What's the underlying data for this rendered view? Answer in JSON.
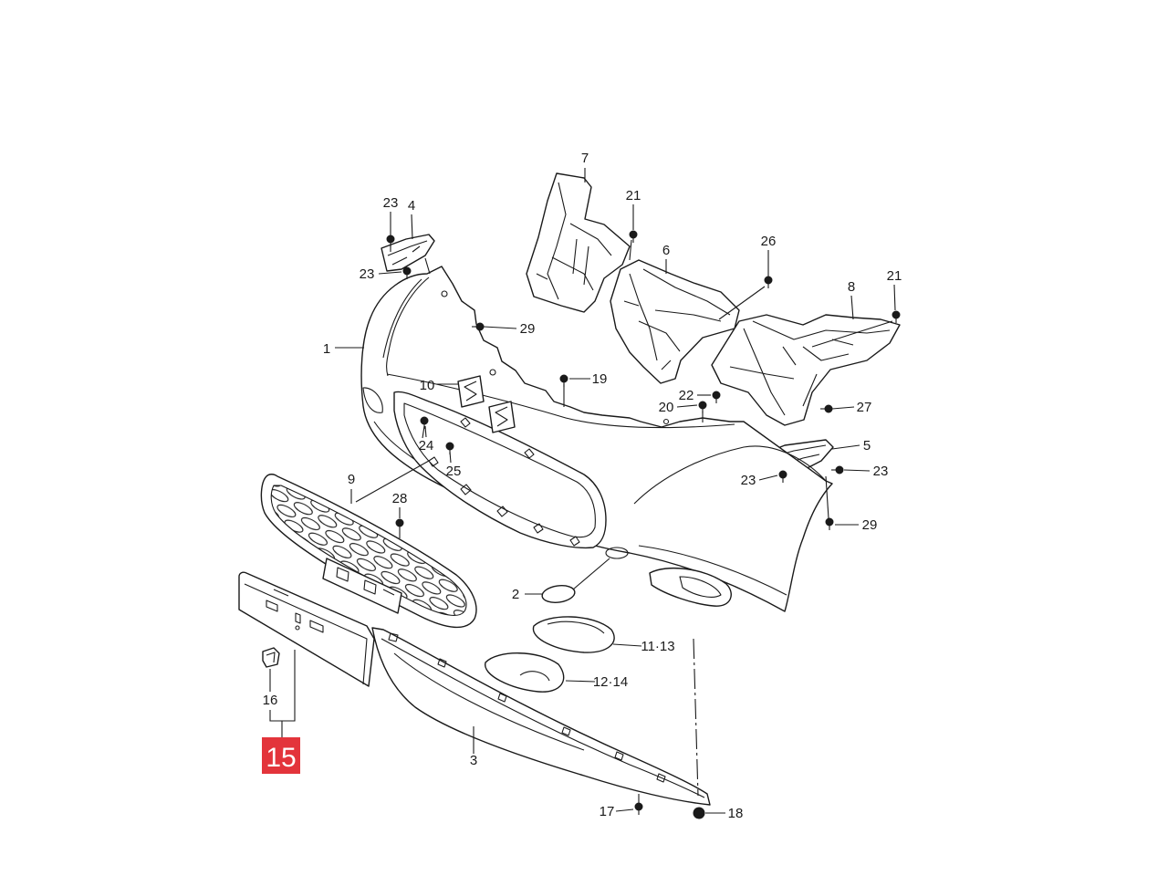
{
  "diagram": {
    "callouts": {
      "c1": "1",
      "c2": "2",
      "c3": "3",
      "c4": "4",
      "c5": "5",
      "c6": "6",
      "c7": "7",
      "c8": "8",
      "c9": "9",
      "c10": "10",
      "c11_13": "11·13",
      "c12_14": "12·14",
      "c16": "16",
      "c17": "17",
      "c18": "18",
      "c19": "19",
      "c20": "20",
      "c21_a": "21",
      "c21_b": "21",
      "c22": "22",
      "c23_a": "23",
      "c23_b": "23",
      "c23_c": "23",
      "c23_d": "23",
      "c24": "24",
      "c25": "25",
      "c26": "26",
      "c27": "27",
      "c28": "28",
      "c29_a": "29",
      "c29_b": "29"
    },
    "highlight": {
      "label": "15",
      "color": "#e3343b",
      "text_color": "#ffffff"
    },
    "line_color": "#1a1a1a",
    "background": "#ffffff"
  }
}
